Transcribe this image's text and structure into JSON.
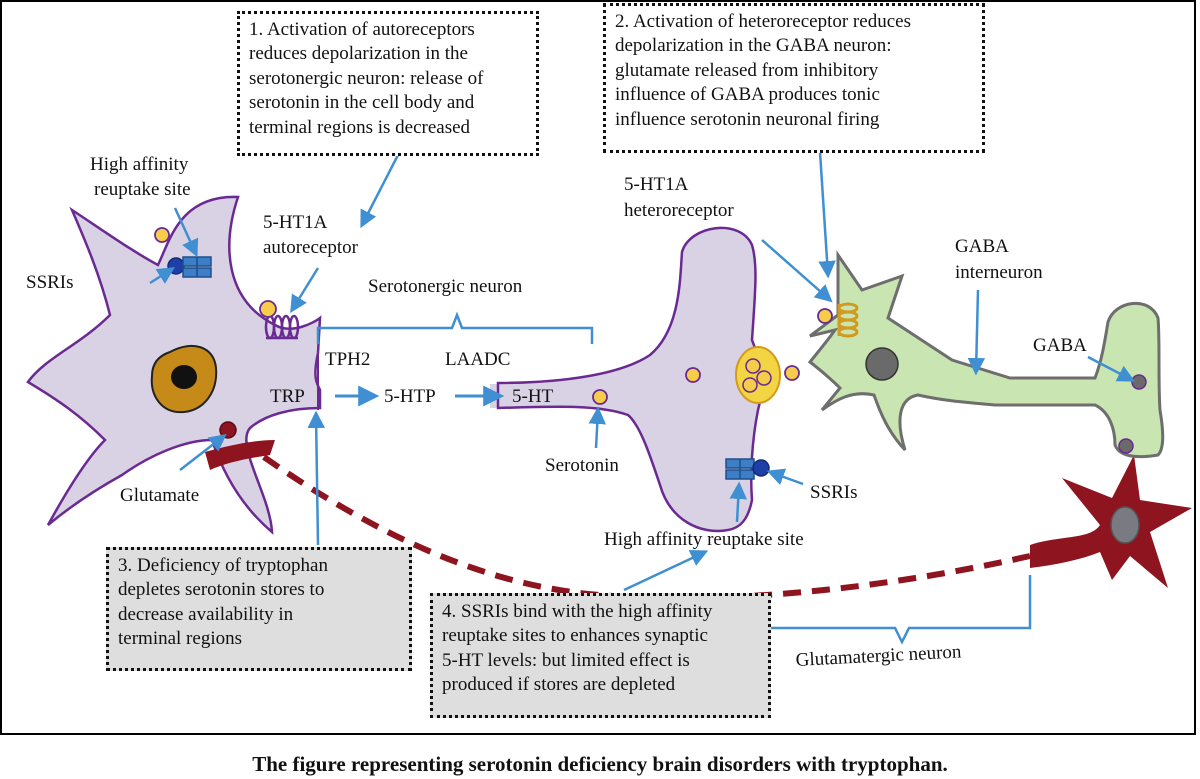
{
  "boxes": {
    "autoreceptor": [
      "1. Activation of autoreceptors",
      "reduces depolarization in the",
      "serotonergic neuron: release of",
      "serotonin in the cell body and",
      "terminal regions is decreased"
    ],
    "heteroreceptor": [
      "2. Activation of heteroreceptor reduces",
      "depolarization in the GABA neuron:",
      "glutamate released from inhibitory",
      "influence of GABA produces tonic",
      "influence serotonin neuronal firing"
    ],
    "tryptophan": [
      "3. Deficiency of tryptophan",
      "depletes serotonin stores to",
      "decrease availability in",
      "terminal regions"
    ],
    "ssri": [
      "4. SSRIs bind with the high affinity",
      "reuptake sites to enhances synaptic",
      "5-HT levels: but limited effect is",
      "produced if stores are depleted"
    ]
  },
  "labels": {
    "high_affinity_left_1": "High affinity",
    "high_affinity_left_2": "reuptake site",
    "ssris_left": "SSRIs",
    "autoreceptor_1": "5-HT1A",
    "autoreceptor_2": "autoreceptor",
    "serotonergic_neuron": "Serotonergic neuron",
    "tph2": "TPH2",
    "laadc": "LAADC",
    "trp": "TRP",
    "htp": "5-HTP",
    "ht": "5-HT",
    "glutamate": "Glutamate",
    "serotonin": "Serotonin",
    "heteroreceptor_1": "5-HT1A",
    "heteroreceptor_2": "heteroreceptor",
    "gaba_interneuron_1": "GABA",
    "gaba_interneuron_2": "interneuron",
    "gaba": "GABA",
    "ssris_right": "SSRIs",
    "high_affinity_bottom": "High affinity reuptake site",
    "glutamatergic_neuron": "Glutamatergic neuron"
  },
  "caption": "The figure representing serotonin deficiency brain disorders with tryptophan.",
  "colors": {
    "serotonergic_body": "#d9d2e4",
    "neuron_outline": "#6a2a92",
    "gaba_body": "#c9e6b2",
    "glutamatergic": "#8e1420",
    "nucleus_brown": "#c68a18",
    "arrow_blue": "#3f8fd2",
    "transporter_blue": "#3d7fc6",
    "vesicle_yellow": "#f6cc4b",
    "receptor_gold": "#d29a1e"
  }
}
